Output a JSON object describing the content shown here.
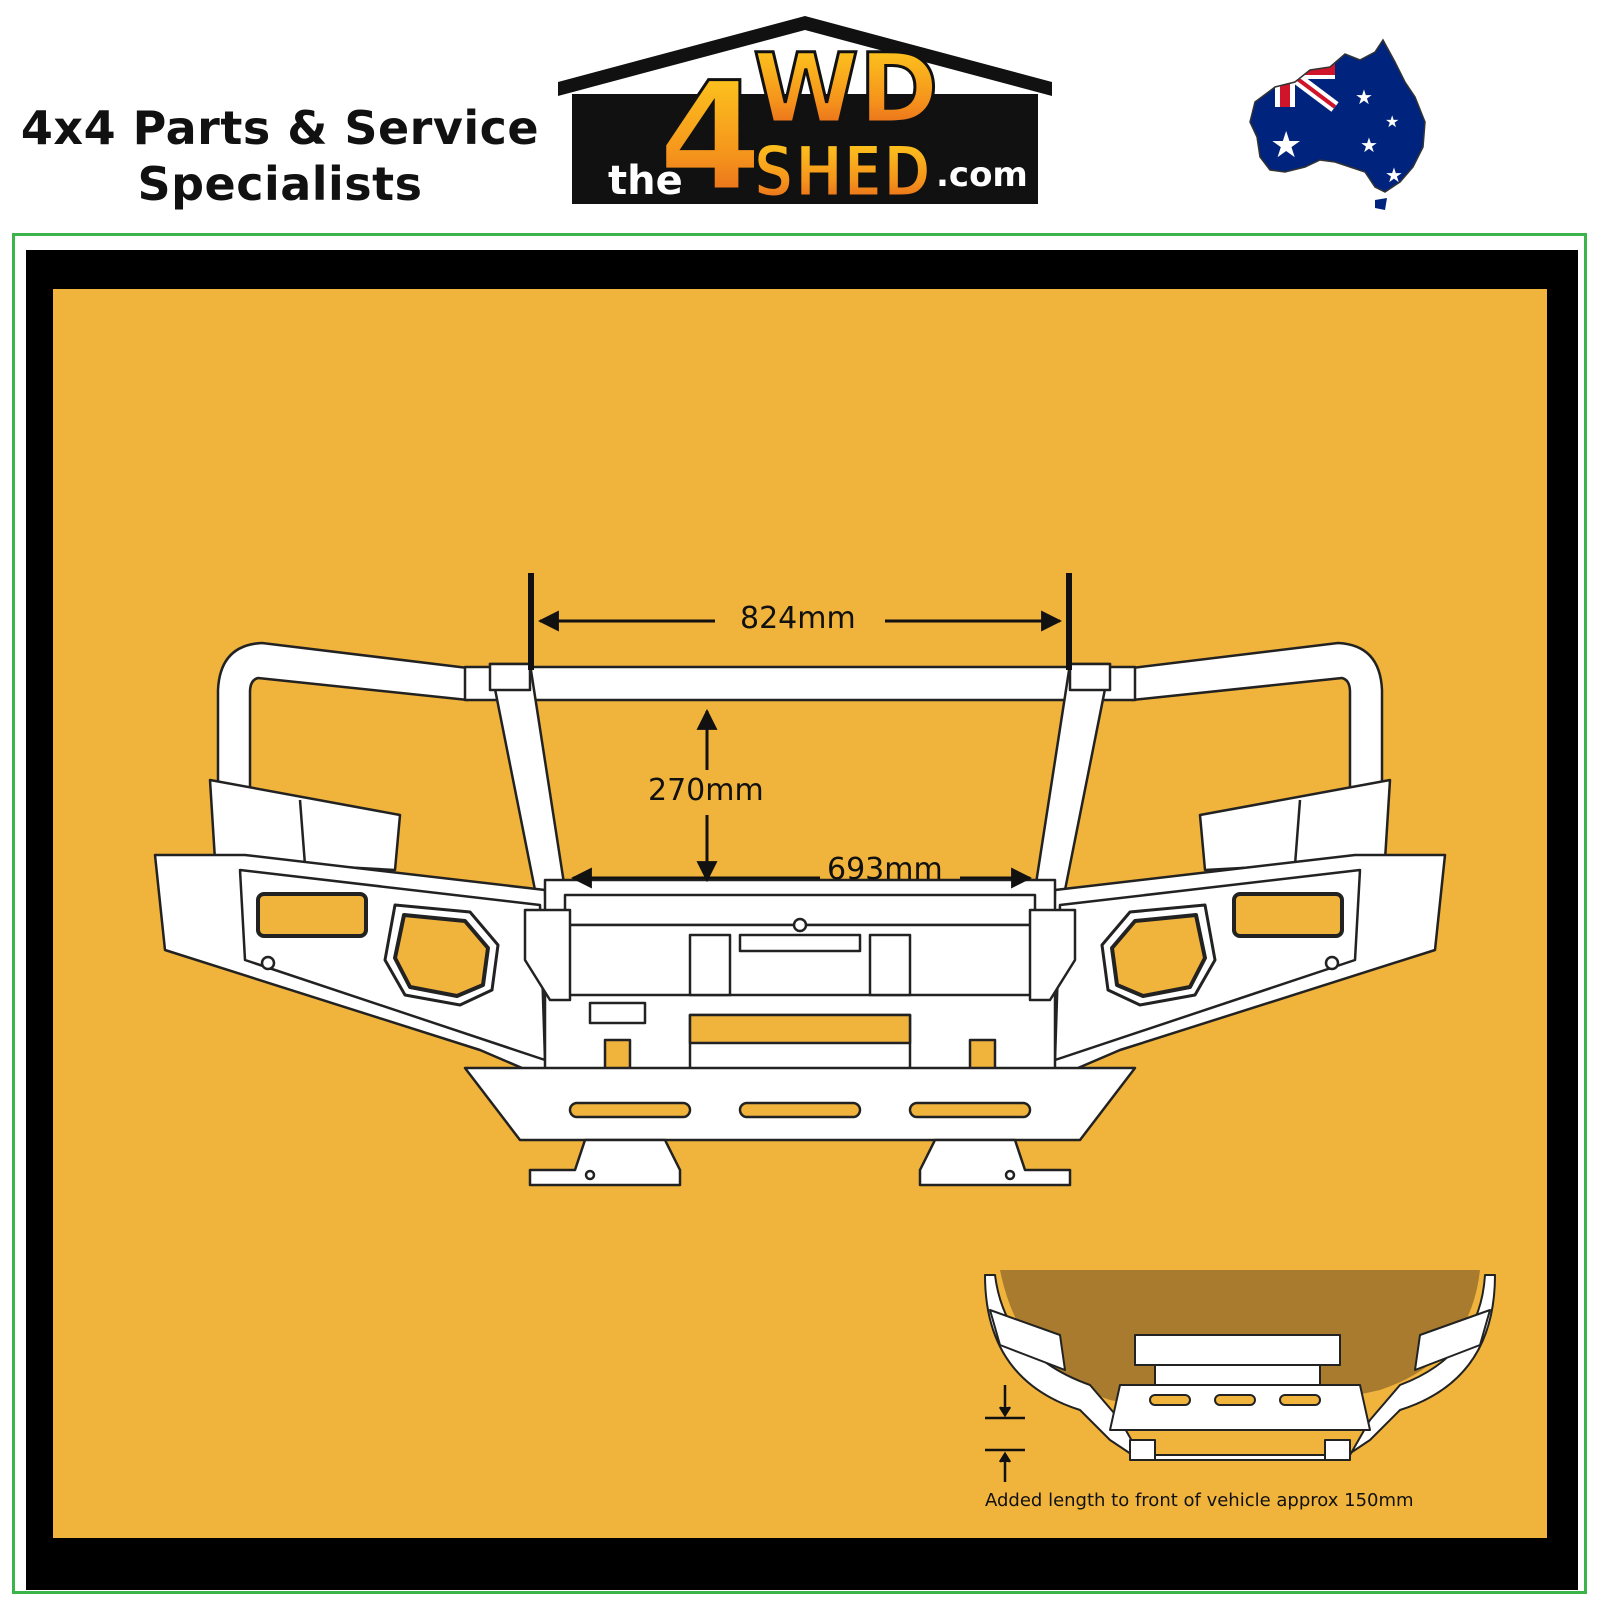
{
  "header": {
    "tagline_line1": "4x4 Parts & Service",
    "tagline_line2": "Specialists",
    "logo": {
      "the": "the",
      "number": "4",
      "wd": "WD",
      "shed": "SHED",
      "dotcom": ".com"
    },
    "flag_icon": "australia-map-flag-icon"
  },
  "dimensions": {
    "top_width": "824mm",
    "height": "270mm",
    "bottom_width": "693mm"
  },
  "inset": {
    "note": "Added length to front of vehicle approx 150mm"
  },
  "colors": {
    "background": "#f0b33c",
    "frame_border": "#3bb54a",
    "logo_orange": "#f39a1e"
  }
}
